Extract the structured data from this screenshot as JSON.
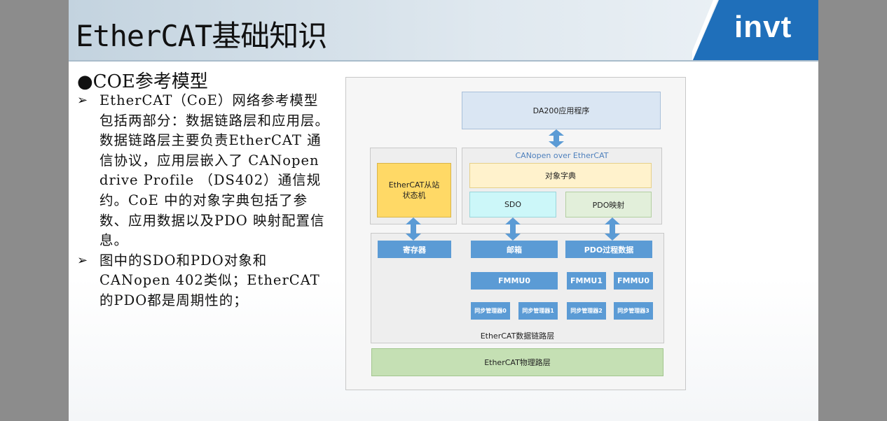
{
  "slide": {
    "title": "EtherCAT基础知识",
    "logo": "invt",
    "heading": "●COE参考模型",
    "bullets": [
      "EtherCAT（CoE）网络参考模型包括两部分：数据链路层和应用层。数据链路层主要负责EtherCAT 通信协议，应用层嵌入了 CANopen drive Profile （DS402）通信规约。CoE 中的对象字典包括了参数、应用数据以及PDO 映射配置信息。",
      "图中的SDO和PDO对象和CANopen 402类似；EtherCAT的PDO都是周期性的；"
    ],
    "bullet_marker": "➢"
  },
  "diagram": {
    "app_program": "DA200应用程序",
    "canopen_label": "CANopen over EtherCAT",
    "slave_state_machine": "EtherCAT从站\n状态机",
    "object_dictionary": "对象字典",
    "sdo": "SDO",
    "pdo_mapping": "PDO映射",
    "register": "寄存器",
    "mailbox": "邮箱",
    "pdo_process_data": "PDO过程数据",
    "fmmu": [
      "FMMU0",
      "FMMU1",
      "FMMU0"
    ],
    "sync_managers": [
      "同步管理器0",
      "同步管理器1",
      "同步管理器2",
      "同步管理器3"
    ],
    "datalink_label": "EtherCAT数据链路层",
    "physical_layer": "EtherCAT物理路层"
  },
  "colors": {
    "logo_blue": "#1f6fba",
    "box_blue": "#5b9bd5",
    "app_box": "#dae6f3",
    "obj_dict": "#fff2cc",
    "state_machine": "#ffd966",
    "sdo": "#ccf7f9",
    "pdo_map": "#e2efda",
    "physical": "#c5e0b4"
  }
}
